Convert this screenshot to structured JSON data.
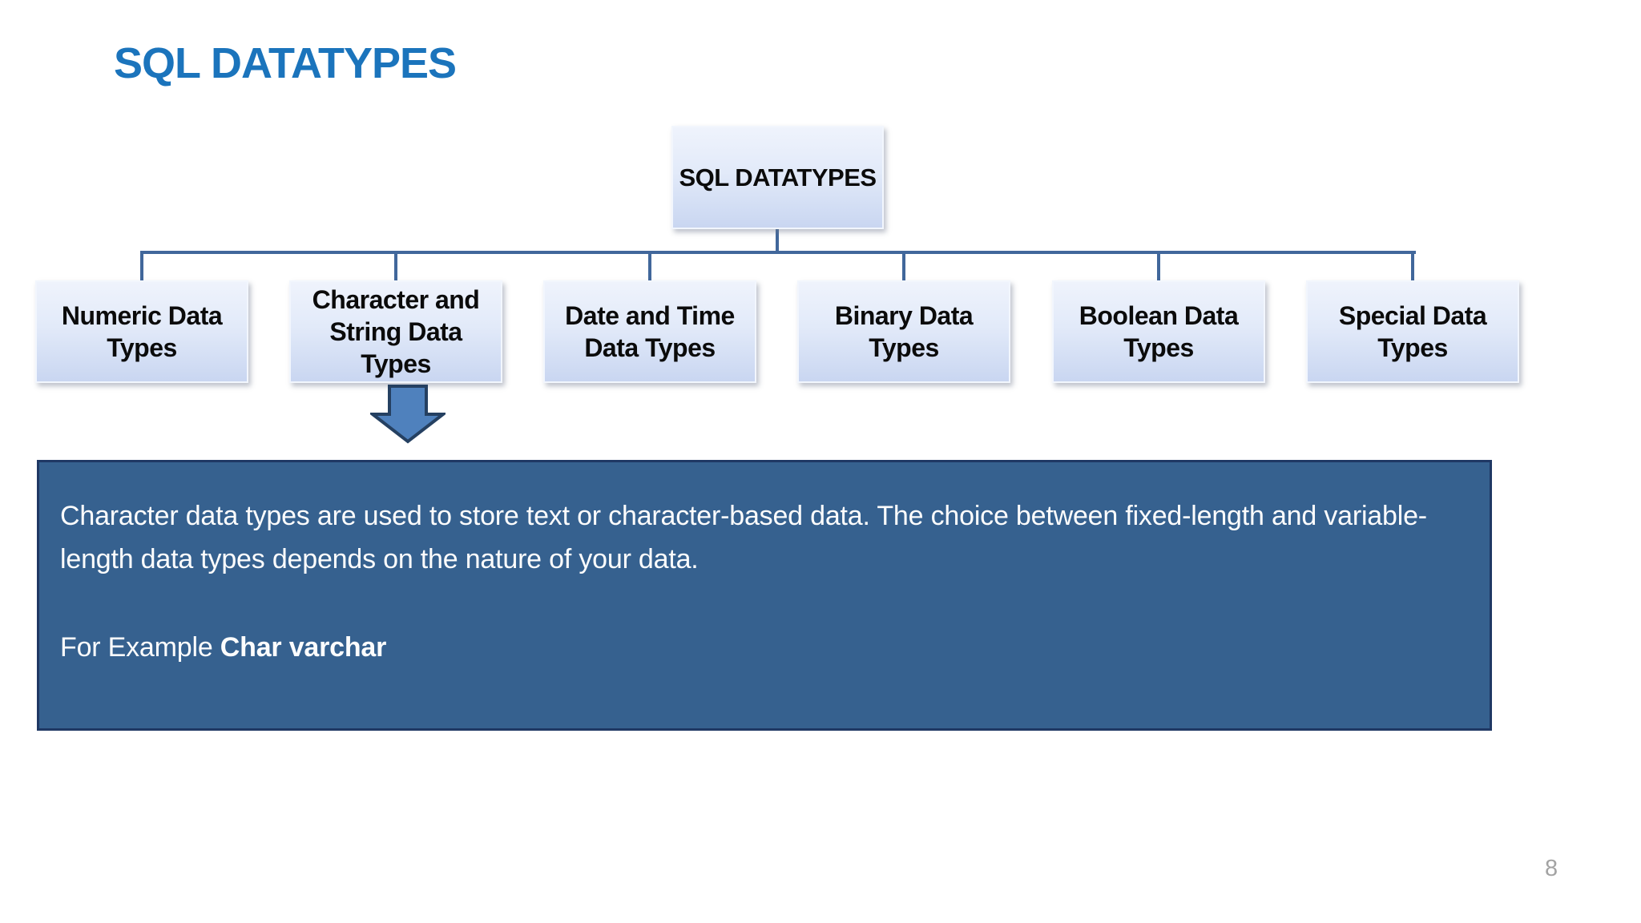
{
  "slide": {
    "title": "SQL DATATYPES",
    "page_number": "8"
  },
  "diagram": {
    "root": {
      "label": "SQL DATATYPES"
    },
    "children": [
      {
        "label": "Numeric Data Types"
      },
      {
        "label": "Character and String Data Types"
      },
      {
        "label": "Date and Time Data Types"
      },
      {
        "label": "Binary Data Types"
      },
      {
        "label": "Boolean Data Types"
      },
      {
        "label": "Special Data Types"
      }
    ]
  },
  "callout": {
    "paragraph": "Character data types are used to store text or character-based data. The choice between fixed-length and variable-length data types depends on the nature of your data.",
    "example_prefix": "For Example ",
    "example_bold": "Char varchar"
  },
  "icons": {
    "down_arrow": "down-arrow pointing from Character and String Data Types node to callout"
  },
  "colors": {
    "title_blue": "#1B74BC",
    "node_fill_top": "#EFF3FC",
    "node_fill_bottom": "#C9D6F1",
    "connector": "#41679B",
    "arrow_fill": "#4F81BD",
    "arrow_border": "#254061",
    "callout_fill": "#36618F",
    "callout_border": "#1F3864",
    "callout_text": "#FDFDFD",
    "page_number_gray": "#A3A3A3"
  }
}
